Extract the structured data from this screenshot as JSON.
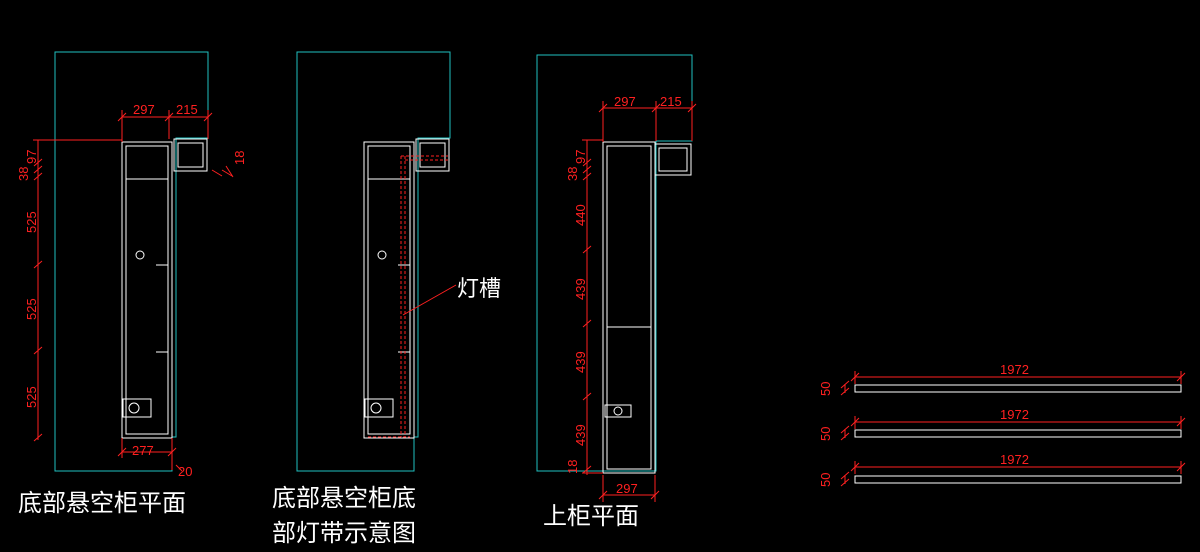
{
  "views": {
    "bottom_plan": {
      "title": "底部悬空柜平面",
      "dims": {
        "top_a": "297",
        "top_b": "215",
        "left_a": "38",
        "left_b": "97",
        "left_c": "525",
        "left_d": "525",
        "left_e": "525",
        "right_small": "18",
        "bottom_a": "277",
        "bottom_b": "20"
      }
    },
    "light_plan": {
      "title_line1": "底部悬空柜底",
      "title_line2": "部灯带示意图",
      "light_slot_label": "灯槽"
    },
    "upper_plan": {
      "title": "上柜平面",
      "dims": {
        "top_a": "297",
        "top_b": "215",
        "left_a": "38",
        "left_b": "97",
        "left_c": "440",
        "left_d": "439",
        "left_e": "439",
        "left_f": "439",
        "left_g": "18",
        "bottom_a": "297"
      }
    },
    "strips": [
      {
        "length": "1972",
        "width": "50"
      },
      {
        "length": "1972",
        "width": "50"
      },
      {
        "length": "1972",
        "width": "50"
      }
    ]
  },
  "colors": {
    "outline": "#20c0c0",
    "cabinet": "#ffffff",
    "dimension": "#ff2020",
    "background": "#000000"
  }
}
